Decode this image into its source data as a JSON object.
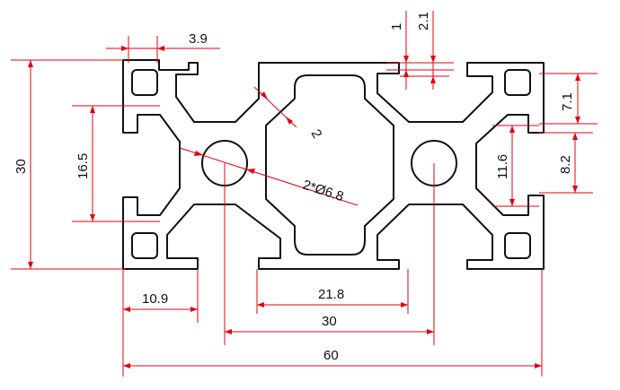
{
  "colors": {
    "outline": "#111111",
    "dimension": "#e3000f",
    "background": "#ffffff"
  },
  "dimensions": {
    "d_3_9": "3.9",
    "d_1": "1",
    "d_2_1": "2.1",
    "d_7_1": "7.1",
    "d_30_height": "30",
    "d_16_5": "16.5",
    "d_2": "2",
    "d_holes": "2*Ø6.8",
    "d_11_6": "11.6",
    "d_8_2": "8.2",
    "d_10_9": "10.9",
    "d_21_8": "21.8",
    "d_30_pitch": "30",
    "d_60": "60"
  }
}
